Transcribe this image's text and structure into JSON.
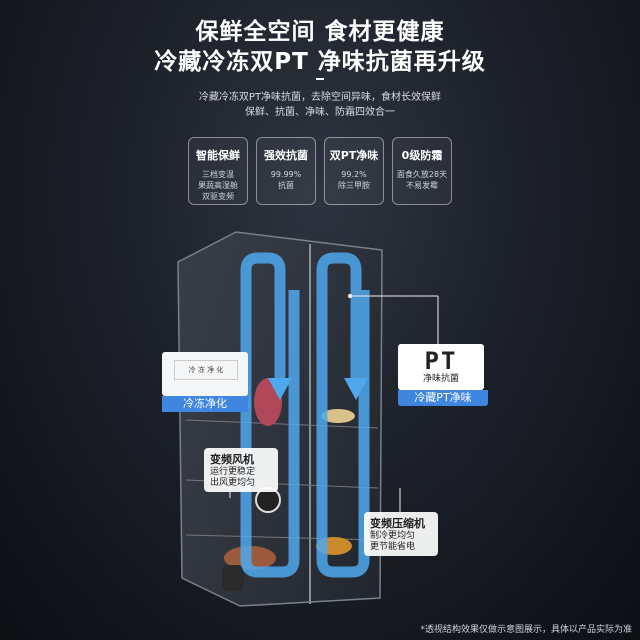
{
  "headline": {
    "line1": "保鲜全空间 食材更健康",
    "line2": "冷藏冷冻双PT 净味抗菌再升级"
  },
  "subtitle": {
    "line1": "冷藏冷冻双PT净味抗菌，去除空间异味，食材长效保鲜",
    "line2": "保鲜、抗菌、净味、防霜四效合一"
  },
  "features": [
    {
      "title": "智能保鲜",
      "desc1": "三档变温",
      "desc2": "果蔬高湿舱",
      "desc3": "双驱变频"
    },
    {
      "title": "强效抗菌",
      "desc1": "99.99%",
      "desc2": "抗菌",
      "desc3": ""
    },
    {
      "title": "双PT净味",
      "desc1": "99.2%",
      "desc2": "除三甲胺",
      "desc3": ""
    },
    {
      "title": "0级防霜",
      "desc1": "面食久放28天",
      "desc2": "不易发霉",
      "desc3": ""
    }
  ],
  "pt_module": {
    "big": "PT",
    "small": "净味抗菌",
    "label": "冷藏PT净味"
  },
  "freezer_module": {
    "inner": "冷 冻 净 化",
    "label": "冷冻净化"
  },
  "fan": {
    "title": "变频风机",
    "desc1": "运行更稳定",
    "desc2": "出风更均匀"
  },
  "compressor": {
    "title": "变频压缩机",
    "desc1": "制冷更均匀",
    "desc2": "更节能省电"
  },
  "footnote": "*透视结构效果仅做示意图展示，具体以产品实际为准",
  "colors": {
    "accent": "#3f86e0",
    "arrow": "#4fa8ef"
  }
}
